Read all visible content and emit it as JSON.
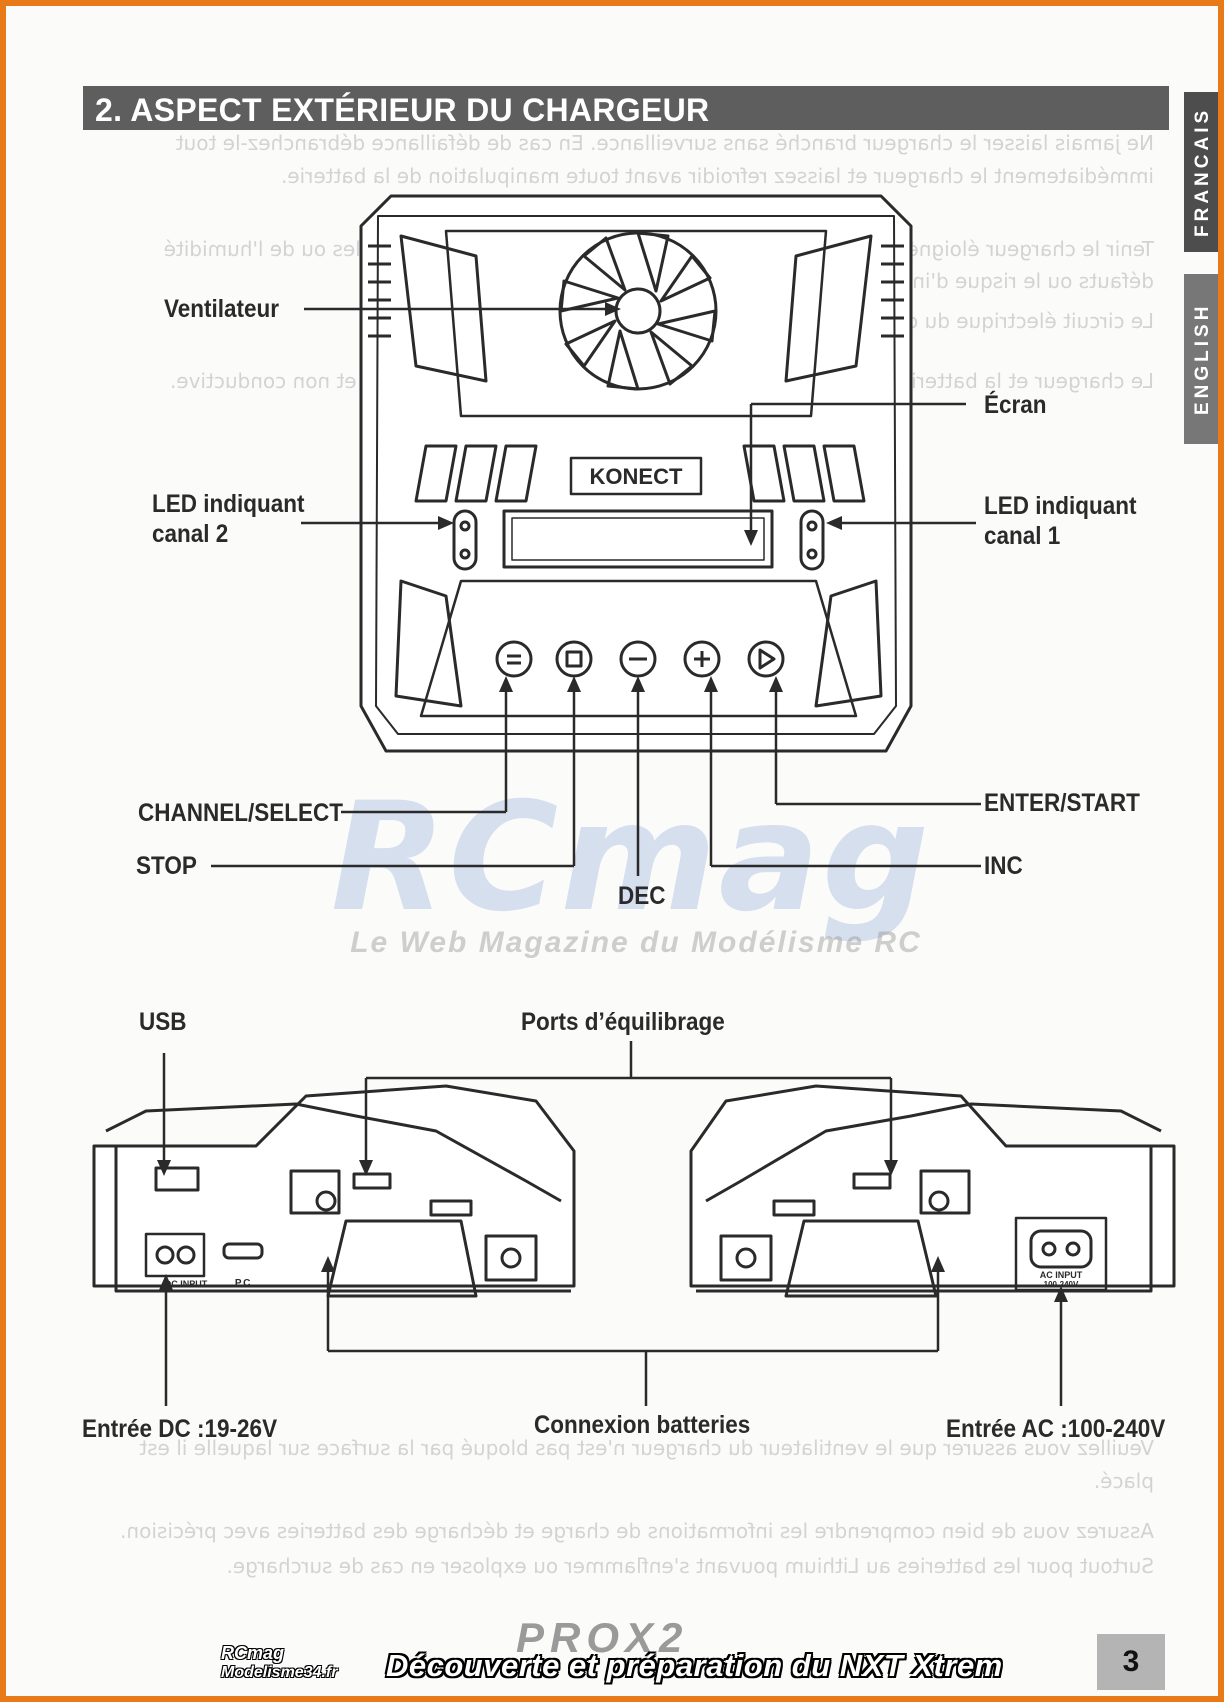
{
  "section_title": "2. ASPECT EXTÉRIEUR DU CHARGEUR",
  "language_tabs": {
    "french": "FRANCAIS",
    "english": "ENGLISH"
  },
  "labels": {
    "ventilateur": "Ventilateur",
    "ecran": "Écran",
    "led_canal2_line1": "LED indiquant",
    "led_canal2_line2": "canal 2",
    "led_canal1_line1": "LED indiquant",
    "led_canal1_line2": "canal 1",
    "channel_select": "CHANNEL/SELECT",
    "stop": "STOP",
    "dec": "DEC",
    "inc": "INC",
    "enter_start": "ENTER/START",
    "usb": "USB",
    "ports_equilibrage": "Ports d’équilibrage",
    "entree_dc": "Entrée DC :19-26V",
    "connexion_batteries": "Connexion batteries",
    "entree_ac": "Entrée AC :100-240V"
  },
  "device_marks": {
    "brand": "KONECT",
    "dc_input": "DC INPUT",
    "pc_port": "P.C.",
    "ac_input": "AC INPUT",
    "ac_range": "100-240V"
  },
  "watermark": {
    "main": "RCmag",
    "sub": "Le Web Magazine du Modélisme RC"
  },
  "bleed_through": [
    "Ne jamais laisser le chargeur branché sans surveillance. En cas de défaillance débranchez-le tout",
    "immédiatement le chargeur et laissez refroidir avant toute manipulation de la batterie.",
    "Tenir le chargeur éloigné de toute source de chaleur et des produits inflammables ou de l'humidité",
    "défauts ou le risque d'incendie et d'autres dommages matériels.",
    "Le circuit électrique du chargeur ne doit jamais être modifié ou réparé.",
    "Le chargeur et la batterie doivent être placés sur une surface non inflammable et non conductive.",
    "Veuillez vous assurer que le ventilateur du chargeur n'est pas bloqué par la surface sur laquelle il est",
    "placé.",
    "Assurez vous de bien comprendre les informations de charge et décharge des batteries avec précision.",
    "Surtout pour les batteries au Lithium pouvant s'enflammer ou exploser en cas de surcharge."
  ],
  "footer": {
    "brand_line1": "RCmag",
    "brand_line2": "Modelisme34.fr",
    "tagline": "Découverte et préparation du NXT Xtrem",
    "product": "PROX2",
    "page_number": "3"
  }
}
